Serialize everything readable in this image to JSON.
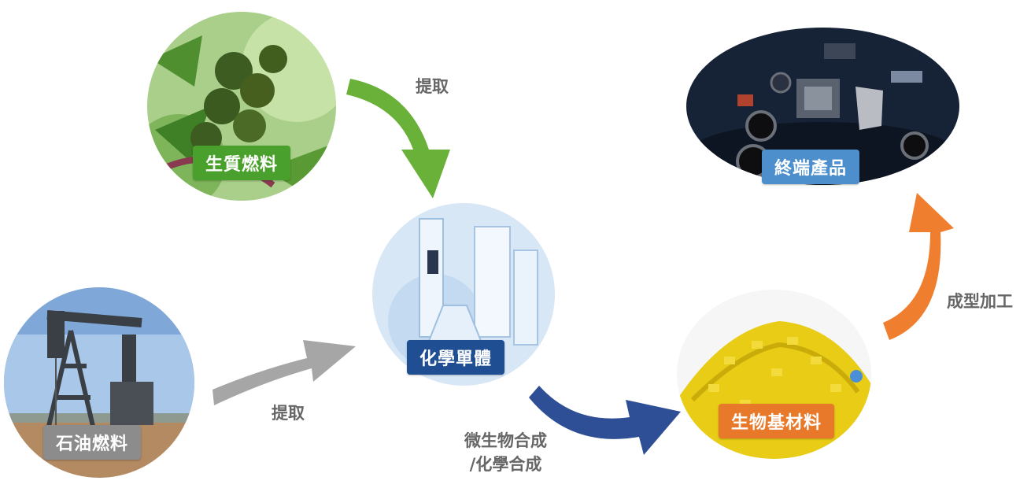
{
  "nodes": {
    "biomass": {
      "label": "生質燃料",
      "color": "#4aa02c"
    },
    "petroleum": {
      "label": "石油燃料",
      "color": "#8c8c8c"
    },
    "monomer": {
      "label": "化學單體",
      "color": "#1f4e93"
    },
    "biomaterial": {
      "label": "生物基材料",
      "color": "#e8792a"
    },
    "product": {
      "label": "終端產品",
      "color": "#4d8fcc"
    }
  },
  "edges": {
    "biomass_to_monomer": {
      "label": "提取",
      "color": "#6ab13a"
    },
    "petroleum_to_monomer": {
      "label": "提取",
      "color": "#a6a6a6"
    },
    "monomer_to_biomaterial": {
      "line1": "微生物合成",
      "line2": "/化學合成",
      "color": "#2e4f95"
    },
    "biomaterial_to_product": {
      "label": "成型加工",
      "color": "#ef7f2e"
    }
  }
}
